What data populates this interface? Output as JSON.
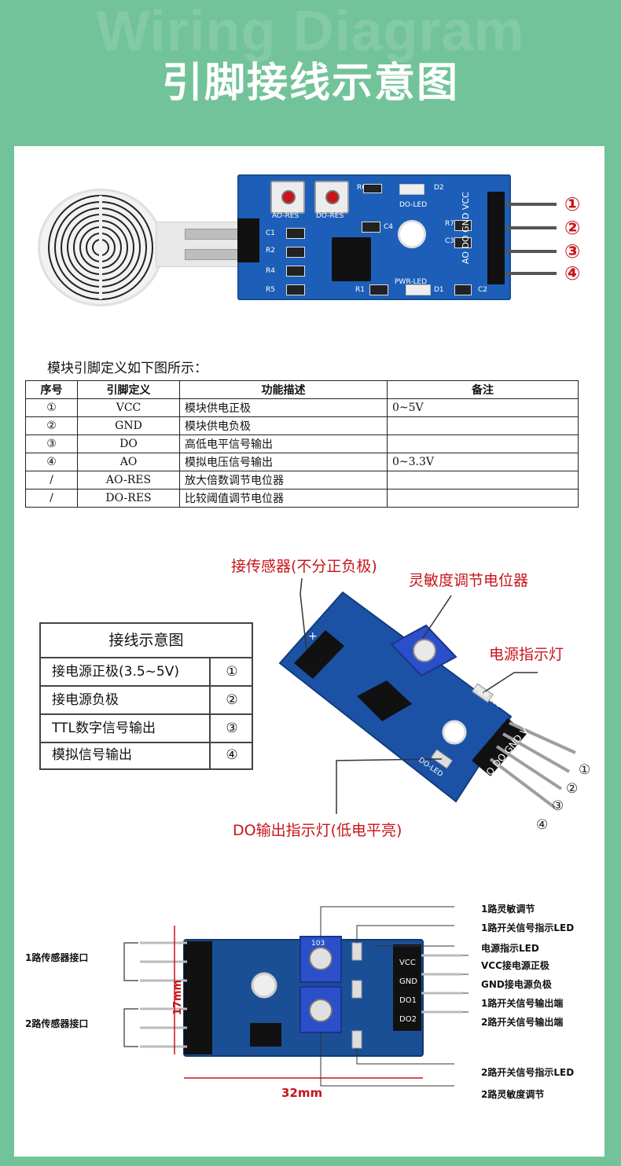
{
  "header": {
    "watermark": "Wiring Diagram",
    "title": "引脚接线示意图"
  },
  "module1": {
    "silk": {
      "ao_res": "AO-RES",
      "do_res": "DO-RES",
      "do_led": "DO-LED",
      "pwr_led": "PWR-LED",
      "c1": "C1",
      "c2": "C2",
      "c3": "C3",
      "c4": "C4",
      "r1": "R1",
      "r2": "R2",
      "r4": "R4",
      "r5": "R5",
      "r6": "R6",
      "r7": "R7",
      "d1": "D1",
      "d2": "D2",
      "pin_vcc": "VCC",
      "pin_gnd": "GND",
      "pin_do": "DO",
      "pin_ao": "AO"
    },
    "pin_numbers": [
      "①",
      "②",
      "③",
      "④"
    ]
  },
  "pin_table": {
    "caption": "模块引脚定义如下图所示：",
    "headers": [
      "序号",
      "引脚定义",
      "功能描述",
      "备注"
    ],
    "rows": [
      [
        "①",
        "VCC",
        "模块供电正极",
        "0~5V"
      ],
      [
        "②",
        "GND",
        "模块供电负极",
        ""
      ],
      [
        "③",
        "DO",
        "高低电平信号输出",
        ""
      ],
      [
        "④",
        "AO",
        "模拟电压信号输出",
        "0~3.3V"
      ],
      [
        "/",
        "AO-RES",
        "放大倍数调节电位器",
        ""
      ],
      [
        "/",
        "DO-RES",
        "比较阈值调节电位器",
        ""
      ]
    ]
  },
  "wiring_legend": {
    "title": "接线示意图",
    "rows": [
      {
        "text": "接电源正极(3.5~5V)",
        "num": "①"
      },
      {
        "text": "接电源负极",
        "num": "②"
      },
      {
        "text": "TTL数字信号输出",
        "num": "③"
      },
      {
        "text": "模拟信号输出",
        "num": "④"
      }
    ]
  },
  "module2": {
    "callouts": {
      "sensor": "接传感器(不分正负极)",
      "pot": "灵敏度调节电位器",
      "power_led": "电源指示灯",
      "do_led": "DO输出指示灯(低电平亮)"
    },
    "silk": {
      "pwr_led": "PWR-LED",
      "do_led": "DO-LED",
      "pins": "AO DO GND VCC"
    },
    "pin_numbers": [
      "①",
      "②",
      "③",
      "④"
    ]
  },
  "module3": {
    "left_labels": [
      "1路传感器接口",
      "2路传感器接口"
    ],
    "right_labels": [
      "1路灵敏调节",
      "1路开关信号指示LED",
      "电源指示LED",
      "VCC接电源正极",
      "GND接电源负极",
      "1路开关信号输出端",
      "2路开关信号输出端",
      "2路开关信号指示LED",
      "2路灵敏度调节"
    ],
    "dim_height": "17mm",
    "dim_width": "32mm",
    "silk": {
      "vcc": "VCC",
      "gnd": "GND",
      "do1": "DO1",
      "do2": "DO2",
      "pot": "103"
    }
  },
  "colors": {
    "background": "#72c39a",
    "pcb_blue": "#1d5fb8",
    "callout_red": "#c8141a",
    "pot_blue": "#2a4fc9"
  }
}
